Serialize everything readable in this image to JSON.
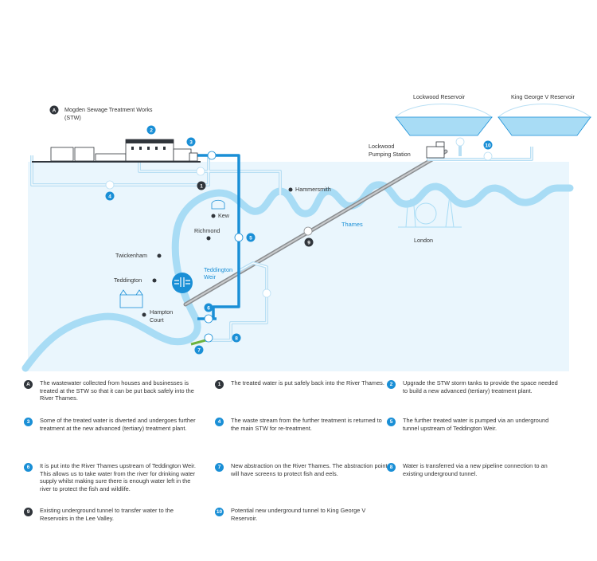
{
  "title": "",
  "labels": {
    "mogden": "Mogden Sewage Treatment Works",
    "mogden_sub": "(STW)",
    "mogden_badge": "A",
    "lockwood_reservoir": "Lockwood Reservoir",
    "king_george_reservoir": "King George V Reservoir",
    "lockwood_pumping_1": "Lockwood",
    "lockwood_pumping_2": "Pumping Station",
    "hammersmith": "Hammersmith",
    "kew": "Kew",
    "richmond": "Richmond",
    "twickenham": "Twickenham",
    "teddington": "Teddington",
    "teddington_weir_1": "Teddington",
    "teddington_weir_2": "Weir",
    "hampton_court_1": "Hampton",
    "hampton_court_2": "Court",
    "thames": "Thames",
    "london": "London"
  },
  "badges": {
    "b1": "1",
    "b2": "2",
    "b3": "3",
    "b4": "4",
    "b5": "5",
    "b6": "6",
    "b7": "7",
    "b8": "8",
    "b9": "9",
    "b10": "10"
  },
  "legend": [
    {
      "num": "A",
      "style": "dark",
      "text": "The wastewater collected from houses and businesses is treated at the STW so that it can be put back safely into the River Thames."
    },
    {
      "num": "1",
      "style": "dark",
      "text": "The treated water is put safely back into the River Thames."
    },
    {
      "num": "2",
      "style": "blue",
      "text": "Upgrade the STW storm tanks to provide the space needed to build a new advanced (tertiary) treatment plant."
    },
    {
      "num": "3",
      "style": "blue",
      "text": "Some of the treated water is diverted and undergoes further treatment at the new advanced (tertiary) treatment plant."
    },
    {
      "num": "4",
      "style": "blue",
      "text": "The waste stream from the further treatment is returned to the main STW for re-treatment."
    },
    {
      "num": "5",
      "style": "blue",
      "text": "The further treated water is pumped via an underground tunnel upstream of Teddington Weir."
    },
    {
      "num": "6",
      "style": "blue",
      "text": "It is put into the River Thames upstream of Teddington Weir. This allows us to take water from the river for drinking water supply whilst making sure there is enough water left in the river to protect the fish and wildlife."
    },
    {
      "num": "7",
      "style": "blue",
      "text": "New abstraction on the River Thames. The abstraction point will have screens to protect fish and eels."
    },
    {
      "num": "8",
      "style": "blue",
      "text": "Water is transferred via a new pipeline connection to an existing underground tunnel."
    },
    {
      "num": "9",
      "style": "dark",
      "text": "Existing underground tunnel to transfer water to the Reservoirs in the Lee Valley."
    },
    {
      "num": "10",
      "style": "blue",
      "text": "Potential new underground tunnel to King George V Reservoir."
    }
  ],
  "colors": {
    "river": "#a8dcf5",
    "background_area": "#eaf6fd",
    "pipe_blue": "#1a8fd6",
    "pipe_light": "#b9dff4",
    "tunnel_grey": "#8a8d90",
    "badge_dark": "#30353b"
  }
}
